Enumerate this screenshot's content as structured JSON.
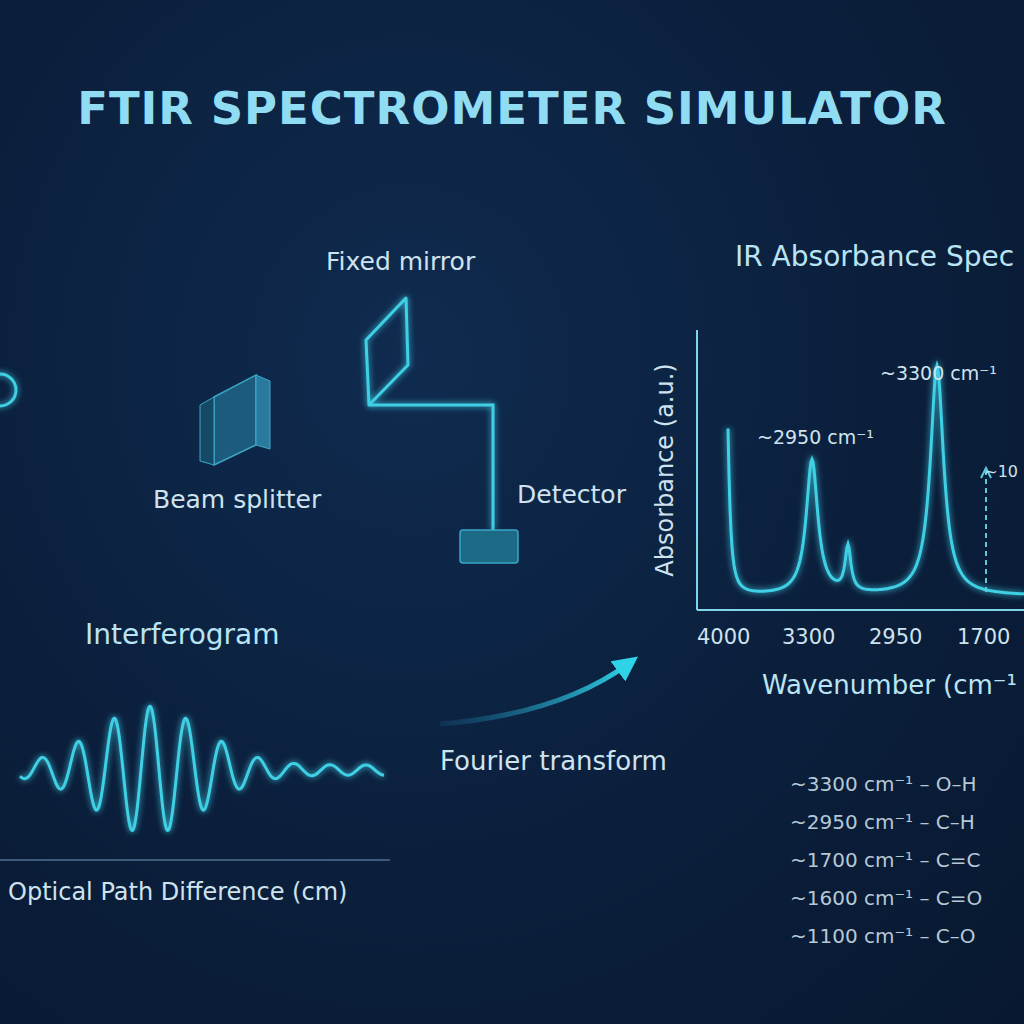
{
  "diagram": {
    "title": "FTIR SPECTROMETER SIMULATOR",
    "nodes": [
      {
        "text": [
          "Beam splitter"
        ]
      },
      {
        "text": [
          "Fixed mirror"
        ]
      },
      {
        "text": [
          "Detector"
        ]
      }
    ],
    "edges": [
      {
        "from": 0,
        "to": 1,
        "arrow": "none"
      },
      {
        "from": 1,
        "to": 2,
        "arrow": "none"
      }
    ],
    "labels": [
      "Interferogram",
      "Optical Path Difference (cm)",
      "Fourier transform",
      "IR Absorbance Spec",
      "Absorbance (a.u.)",
      "~2950 cm⁻¹",
      "~3300 cm⁻¹",
      "~10",
      "4000",
      "3300",
      "2950",
      "1700",
      "Wavenumber (cm⁻¹",
      "~3300 cm⁻¹ – O–H",
      "~2950 cm⁻¹ – C–H",
      "~1700 cm⁻¹ – C=C",
      "~1600 cm⁻¹ – C=O",
      "~1100 cm⁻¹ – C–O"
    ]
  }
}
